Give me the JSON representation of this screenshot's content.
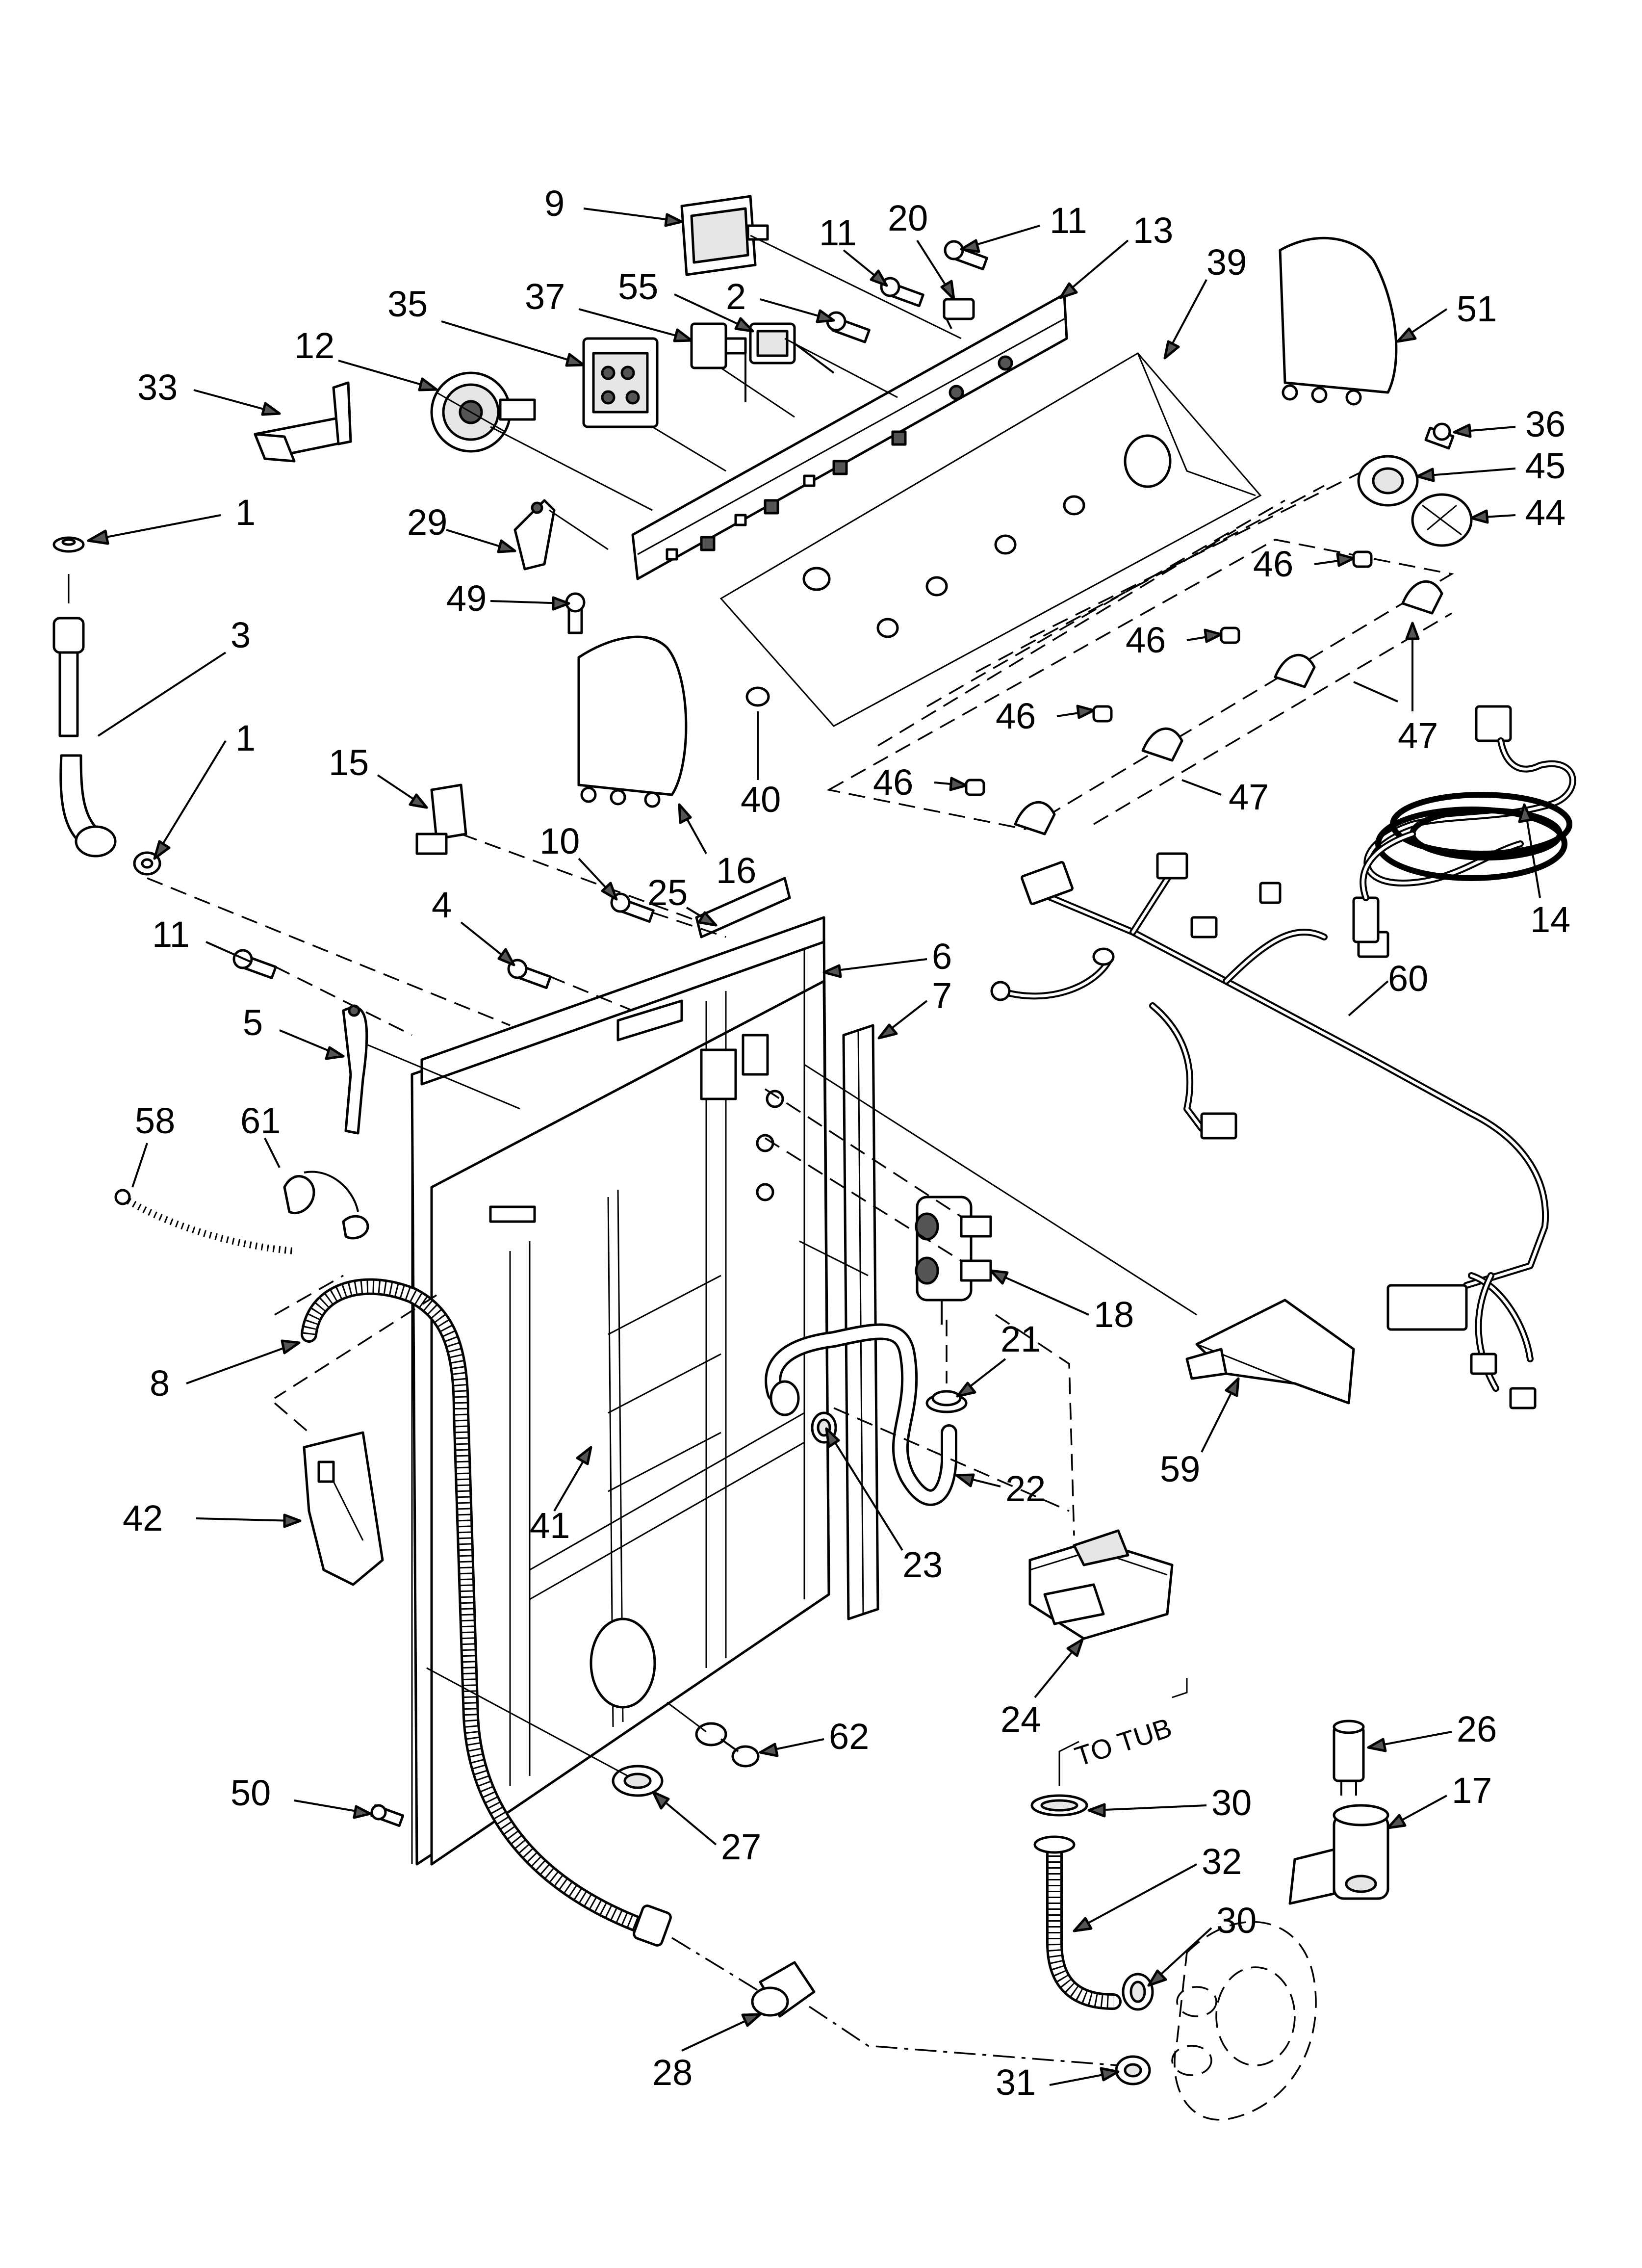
{
  "callouts": [
    "1",
    "3",
    "1",
    "11",
    "5",
    "58",
    "61",
    "8",
    "42",
    "50",
    "33",
    "12",
    "35",
    "37",
    "9",
    "55",
    "2",
    "11",
    "20",
    "11",
    "13",
    "39",
    "51",
    "36",
    "45",
    "44",
    "46",
    "46",
    "46",
    "46",
    "47",
    "47",
    "29",
    "49",
    "16",
    "40",
    "15",
    "10",
    "25",
    "4",
    "6",
    "7",
    "14",
    "60",
    "18",
    "21",
    "22",
    "23",
    "41",
    "24",
    "59",
    "62",
    "27",
    "28",
    "26",
    "17",
    "30",
    "32",
    "30",
    "31"
  ],
  "annotation": "TO TUB",
  "icons": [
    "exploded-parts-diagram-icon"
  ]
}
